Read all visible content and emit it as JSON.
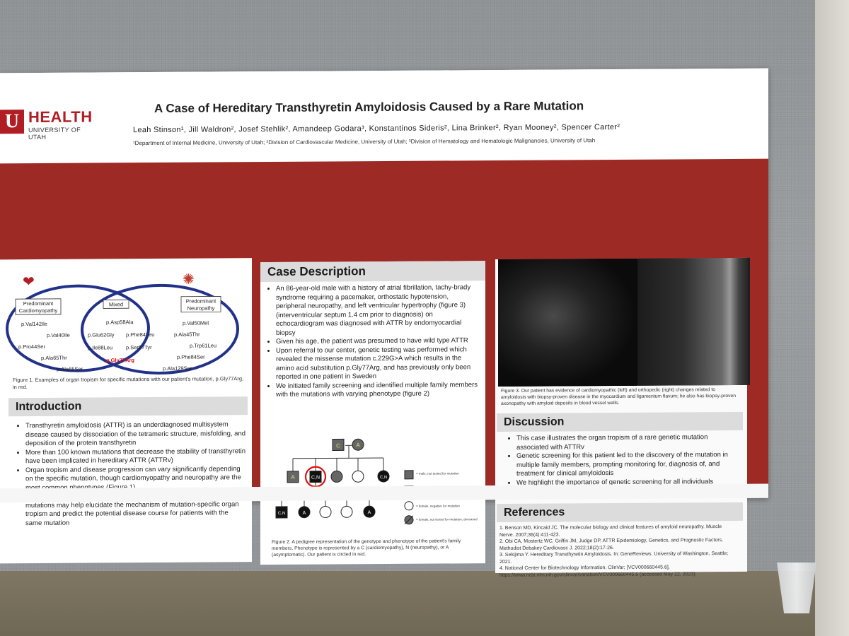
{
  "logo": {
    "mark": "U",
    "name": "HEALTH",
    "subtitle": "UNIVERSITY OF UTAH"
  },
  "title": "A Case of Hereditary Transthyretin Amyloidosis Caused by a Rare Mutation",
  "authors": "Leah Stinson¹, Jill Waldron², Josef Stehlik², Amandeep Godara³, Konstantinos Sideris², Lina Brinker², Ryan Mooney², Spencer Carter²",
  "affiliations": "¹Department of Internal Medicine, University of Utah; ²Division of Cardiovascular Medicine, University of Utah; ³Division of Hematology and Hematologic Malignancies, University of Utah",
  "venn": {
    "label_left": [
      "Predominant",
      "Cardiomyopathy"
    ],
    "label_mid": "Mixed",
    "label_right": [
      "Predominant",
      "Neuropathy"
    ],
    "left_mutations": [
      "p.Val142Ile",
      "p.Val40Ile",
      "p.Pro44Ser",
      "p.Ala65Thr",
      "p.Ala65Ser"
    ],
    "mid_mutations": [
      "p.Asp58Ala",
      "p.Glu62Gly",
      "p.Phe84Leu",
      "p.Ile88Leu",
      "p.Ser97Tyr"
    ],
    "highlight": "p.Gly77Arg",
    "right_mutations": [
      "p.Val50Met",
      "p.Ala45Thr",
      "p.Trp61Leu",
      "p.Phe84Ser",
      "p.Ala129Ser"
    ]
  },
  "figure1_caption": "Figure 1. Examples of organ tropism for specific mutations with our patient's mutation, p.Gly77Arg, in red.",
  "introduction": {
    "heading": "Introduction",
    "bullets": [
      "Transthyretin amyloidosis (ATTR) is an underdiagnosed multisystem disease caused by dissociation of the tetrameric structure, misfolding, and deposition of the protein transthyretin",
      "More than 100 known mutations that decrease the stability of transthyretin have been implicated in hereditary ATTR (ATTRv)",
      "Organ tropism and disease progression can vary significantly depending on the specific mutation, though cardiomyopathy and neuropathy are the most common phenotypes (Figure 1)",
      "Tracking the pattern of end organ dysfunction in ATTRv caused by novel mutations may help elucidate the mechanism of mutation-specific organ tropism and predict the potential disease course for patients with the same mutation"
    ]
  },
  "case": {
    "heading": "Case Description",
    "bullets": [
      "An 86-year-old male with a history of atrial fibrillation, tachy-brady syndrome requiring a pacemaker, orthostatic hypotension, peripheral neuropathy, and left ventricular hypertrophy (figure 3) (interventricular septum 1.4 cm prior to diagnosis) on echocardiogram was diagnosed with ATTR by endomyocardial biopsy",
      "Given his age, the patient was presumed to have wild type ATTR",
      "Upon referral to our center, genetic testing was performed which revealed the missense mutation c.229G>A which results in the amino acid substitution p.Gly77Arg, and has previously only been reported in one patient in Sweden",
      "We initiated family screening and identified multiple family members with the mutations with varying phenotype (figure 2)"
    ]
  },
  "pedigree": {
    "gen1": [
      "C",
      "A"
    ],
    "gen2": [
      "A",
      "C,N",
      "",
      "",
      "C,N"
    ],
    "gen3": [
      "C,N",
      "A",
      "",
      "",
      "A"
    ],
    "legend": [
      "= male, not tested for mutation",
      "= male, positive for mutation",
      "= female, negative for mutation",
      "= female, not tested for mutation, deceased"
    ]
  },
  "figure2_caption": "Figure 2. A pedigree representation of the genotype and phenotype of the patient's family members. Phenotype is represented by a C (cardiomyopathy), N (neuropathy), or A (asymptomatic). Our patient is circled in red.",
  "figure3_caption": "Figure 3. Our patient has evidence of cardiomyopathic (left) and orthopedic (right) changes related to amyloidosis with biopsy-proven disease in the myocardium and ligamentum flavum; he also has biopsy-proven axonopathy with amyloid deposits in blood vessel walls.",
  "discussion": {
    "heading": "Discussion",
    "bullets": [
      "This case illustrates the organ tropism of a rare genetic mutation associated with ATTRv",
      "Genetic screening for this patient led to the discovery of the mutation in multiple family members, prompting monitoring for, diagnosis of, and treatment for clinical amyloidosis",
      "We highlight the importance of genetic screening for all individuals diagnosed with ATTR regardless of age"
    ]
  },
  "references": {
    "heading": "References",
    "items": [
      "1. Benson MD, Kincaid JC. The molecular biology and clinical features of amyloid neuropathy. Muscle Nerve. 2007;36(4):411-423.",
      "2. Obi CA, Mostertz WC, Griffin JM, Judge DP. ATTR Epidemiology, Genetics, and Prognostic Factors. Methodist Debakey Cardiovasc J. 2022;18(2):17-26.",
      "3. Sekijima Y. Hereditary Transthyretin Amyloidosis. In: GeneReviews. University of Washington, Seattle; 2021.",
      "4. National Center for Biotechnology Information. ClinVar; [VCV000660445.6], https://www.ncbi.nlm.nih.gov/clinvar/variation/VCV000660445.6 (accessed May 22, 2023)."
    ]
  }
}
